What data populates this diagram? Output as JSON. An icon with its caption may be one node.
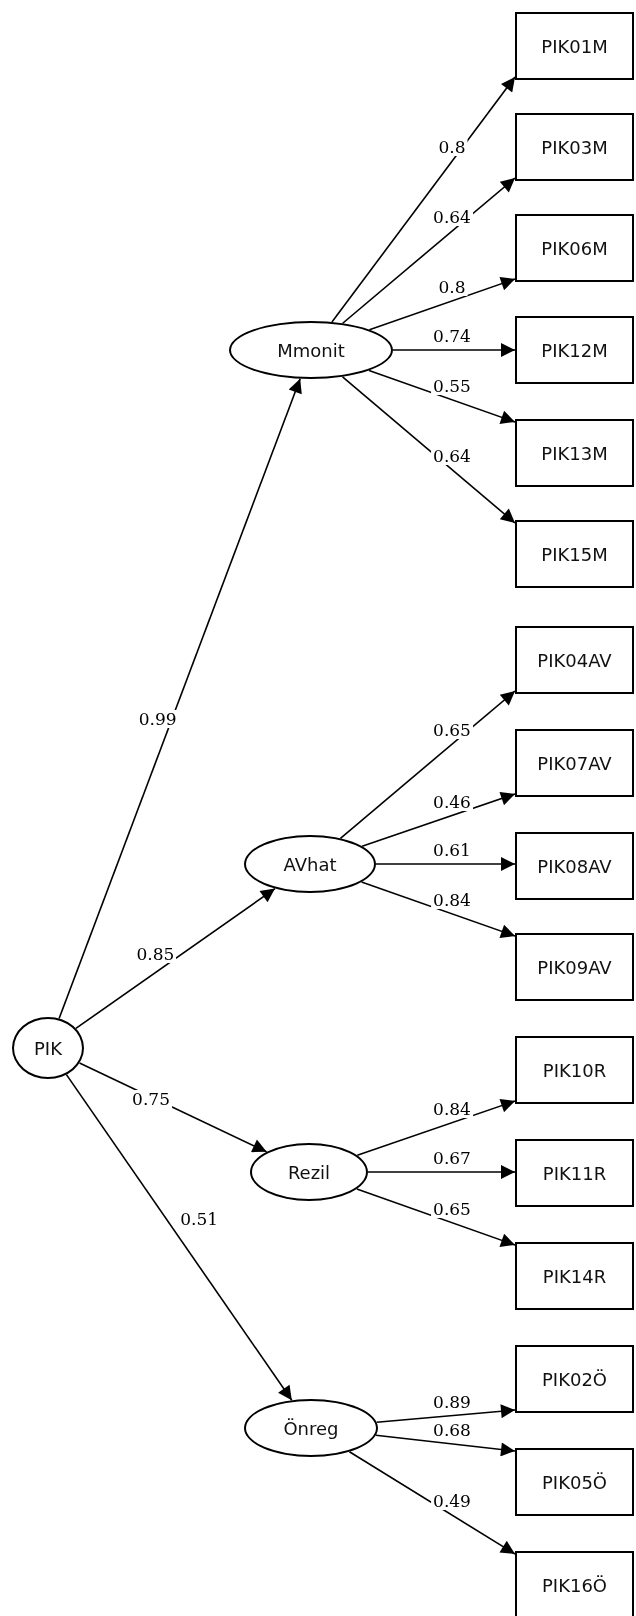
{
  "diagram": {
    "nodes": [
      {
        "text": [
          "PIK"
        ]
      },
      {
        "text": [
          "Mmonit"
        ]
      },
      {
        "text": [
          "AVhat"
        ]
      },
      {
        "text": [
          "Rezil"
        ]
      },
      {
        "text": [
          "Önreg"
        ]
      },
      {
        "text": [
          "PIK01M"
        ]
      },
      {
        "text": [
          "PIK03M"
        ]
      },
      {
        "text": [
          "PIK06M"
        ]
      },
      {
        "text": [
          "PIK12M"
        ]
      },
      {
        "text": [
          "PIK13M"
        ]
      },
      {
        "text": [
          "PIK15M"
        ]
      },
      {
        "text": [
          "PIK04AV"
        ]
      },
      {
        "text": [
          "PIK07AV"
        ]
      },
      {
        "text": [
          "PIK08AV"
        ]
      },
      {
        "text": [
          "PIK09AV"
        ]
      },
      {
        "text": [
          "PIK10R"
        ]
      },
      {
        "text": [
          "PIK11R"
        ]
      },
      {
        "text": [
          "PIK14R"
        ]
      },
      {
        "text": [
          "PIK02Ö"
        ]
      },
      {
        "text": [
          "PIK05Ö"
        ]
      },
      {
        "text": [
          "PIK16Ö"
        ]
      }
    ],
    "edges": [
      {
        "from": 0,
        "to": 1,
        "arrow": "to",
        "label": "0.99"
      },
      {
        "from": 0,
        "to": 2,
        "arrow": "to",
        "label": "0.85"
      },
      {
        "from": 0,
        "to": 3,
        "arrow": "to",
        "label": "0.75"
      },
      {
        "from": 0,
        "to": 4,
        "arrow": "to",
        "label": "0.51"
      },
      {
        "from": 1,
        "to": 5,
        "arrow": "to",
        "label": "0.8"
      },
      {
        "from": 1,
        "to": 6,
        "arrow": "to",
        "label": "0.64"
      },
      {
        "from": 1,
        "to": 7,
        "arrow": "to",
        "label": "0.8"
      },
      {
        "from": 1,
        "to": 8,
        "arrow": "to",
        "label": "0.74"
      },
      {
        "from": 1,
        "to": 9,
        "arrow": "to",
        "label": "0.55"
      },
      {
        "from": 1,
        "to": 10,
        "arrow": "to",
        "label": "0.64"
      },
      {
        "from": 2,
        "to": 11,
        "arrow": "to",
        "label": "0.65"
      },
      {
        "from": 2,
        "to": 12,
        "arrow": "to",
        "label": "0.46"
      },
      {
        "from": 2,
        "to": 13,
        "arrow": "to",
        "label": "0.61"
      },
      {
        "from": 2,
        "to": 14,
        "arrow": "to",
        "label": "0.84"
      },
      {
        "from": 3,
        "to": 15,
        "arrow": "to",
        "label": "0.84"
      },
      {
        "from": 3,
        "to": 16,
        "arrow": "to",
        "label": "0.67"
      },
      {
        "from": 3,
        "to": 17,
        "arrow": "to",
        "label": "0.65"
      },
      {
        "from": 4,
        "to": 18,
        "arrow": "to",
        "label": "0.89"
      },
      {
        "from": 4,
        "to": 19,
        "arrow": "to",
        "label": "0.68"
      },
      {
        "from": 4,
        "to": 20,
        "arrow": "to",
        "label": "0.49"
      }
    ]
  }
}
